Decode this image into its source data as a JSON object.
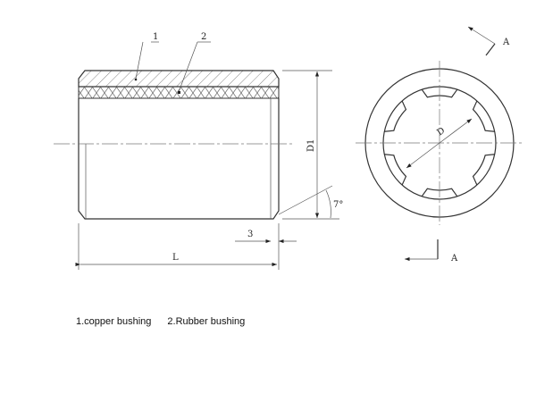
{
  "drawing": {
    "part_labels": [
      "1",
      "2"
    ],
    "dimensions": {
      "length": "L",
      "outer_diameter": "D1",
      "inner_diameter": "D",
      "chamfer_width": "3",
      "chamfer_angle": "7°"
    },
    "section_label": "A"
  },
  "caption": {
    "items": [
      "1.copper bushing",
      "2.Rubber bushing"
    ]
  }
}
